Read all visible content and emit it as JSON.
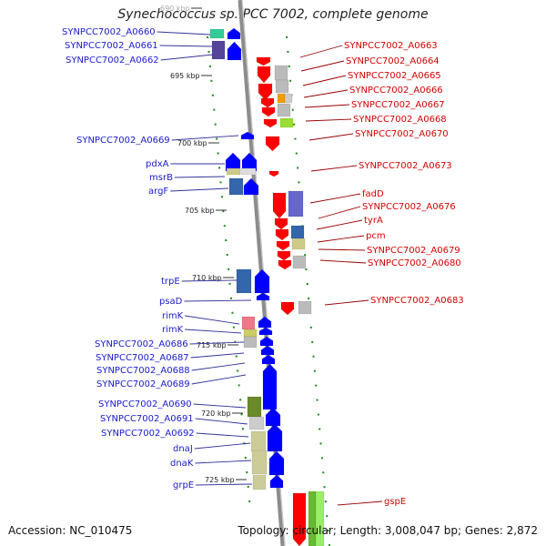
{
  "title": "Synechococcus sp. PCC 7002, complete genome",
  "accession_label": "Accession: NC_010475",
  "stats_label": "Topology: circular; Length: 3,008,047 bp; Genes: 2,872",
  "colors": {
    "forward": "#0000ff",
    "reverse": "#ff0000",
    "backbone": "#8c8c8c",
    "tick": "#1a8a1a",
    "label_forward": "#1a1acd",
    "label_reverse": "#d40000"
  },
  "kbp_ticks": [
    "690 kbp",
    "695 kbp",
    "700 kbp",
    "705 kbp",
    "710 kbp",
    "715 kbp",
    "720 kbp",
    "725 kbp"
  ],
  "forward_genes": [
    "SYNPCC7002_A0660",
    "SYNPCC7002_A0661",
    "SYNPCC7002_A0662",
    "SYNPCC7002_A0669",
    "pdxA",
    "msrB",
    "argF",
    "trpE",
    "psaD",
    "rimK",
    "rimK",
    "SYNPCC7002_A0686",
    "SYNPCC7002_A0687",
    "SYNPCC7002_A0688",
    "SYNPCC7002_A0689",
    "SYNPCC7002_A0690",
    "SYNPCC7002_A0691",
    "SYNPCC7002_A0692",
    "dnaJ",
    "dnaK",
    "grpE"
  ],
  "reverse_genes": [
    "SYNPCC7002_A0663",
    "SYNPCC7002_A0664",
    "SYNPCC7002_A0665",
    "SYNPCC7002_A0666",
    "SYNPCC7002_A0667",
    "SYNPCC7002_A0668",
    "SYNPCC7002_A0670",
    "SYNPCC7002_A0673",
    "fadD",
    "SYNPCC7002_A0676",
    "tyrA",
    "pcm",
    "SYNPCC7002_A0679",
    "SYNPCC7002_A0680",
    "SYNPCC7002_A0683",
    "gspE"
  ]
}
